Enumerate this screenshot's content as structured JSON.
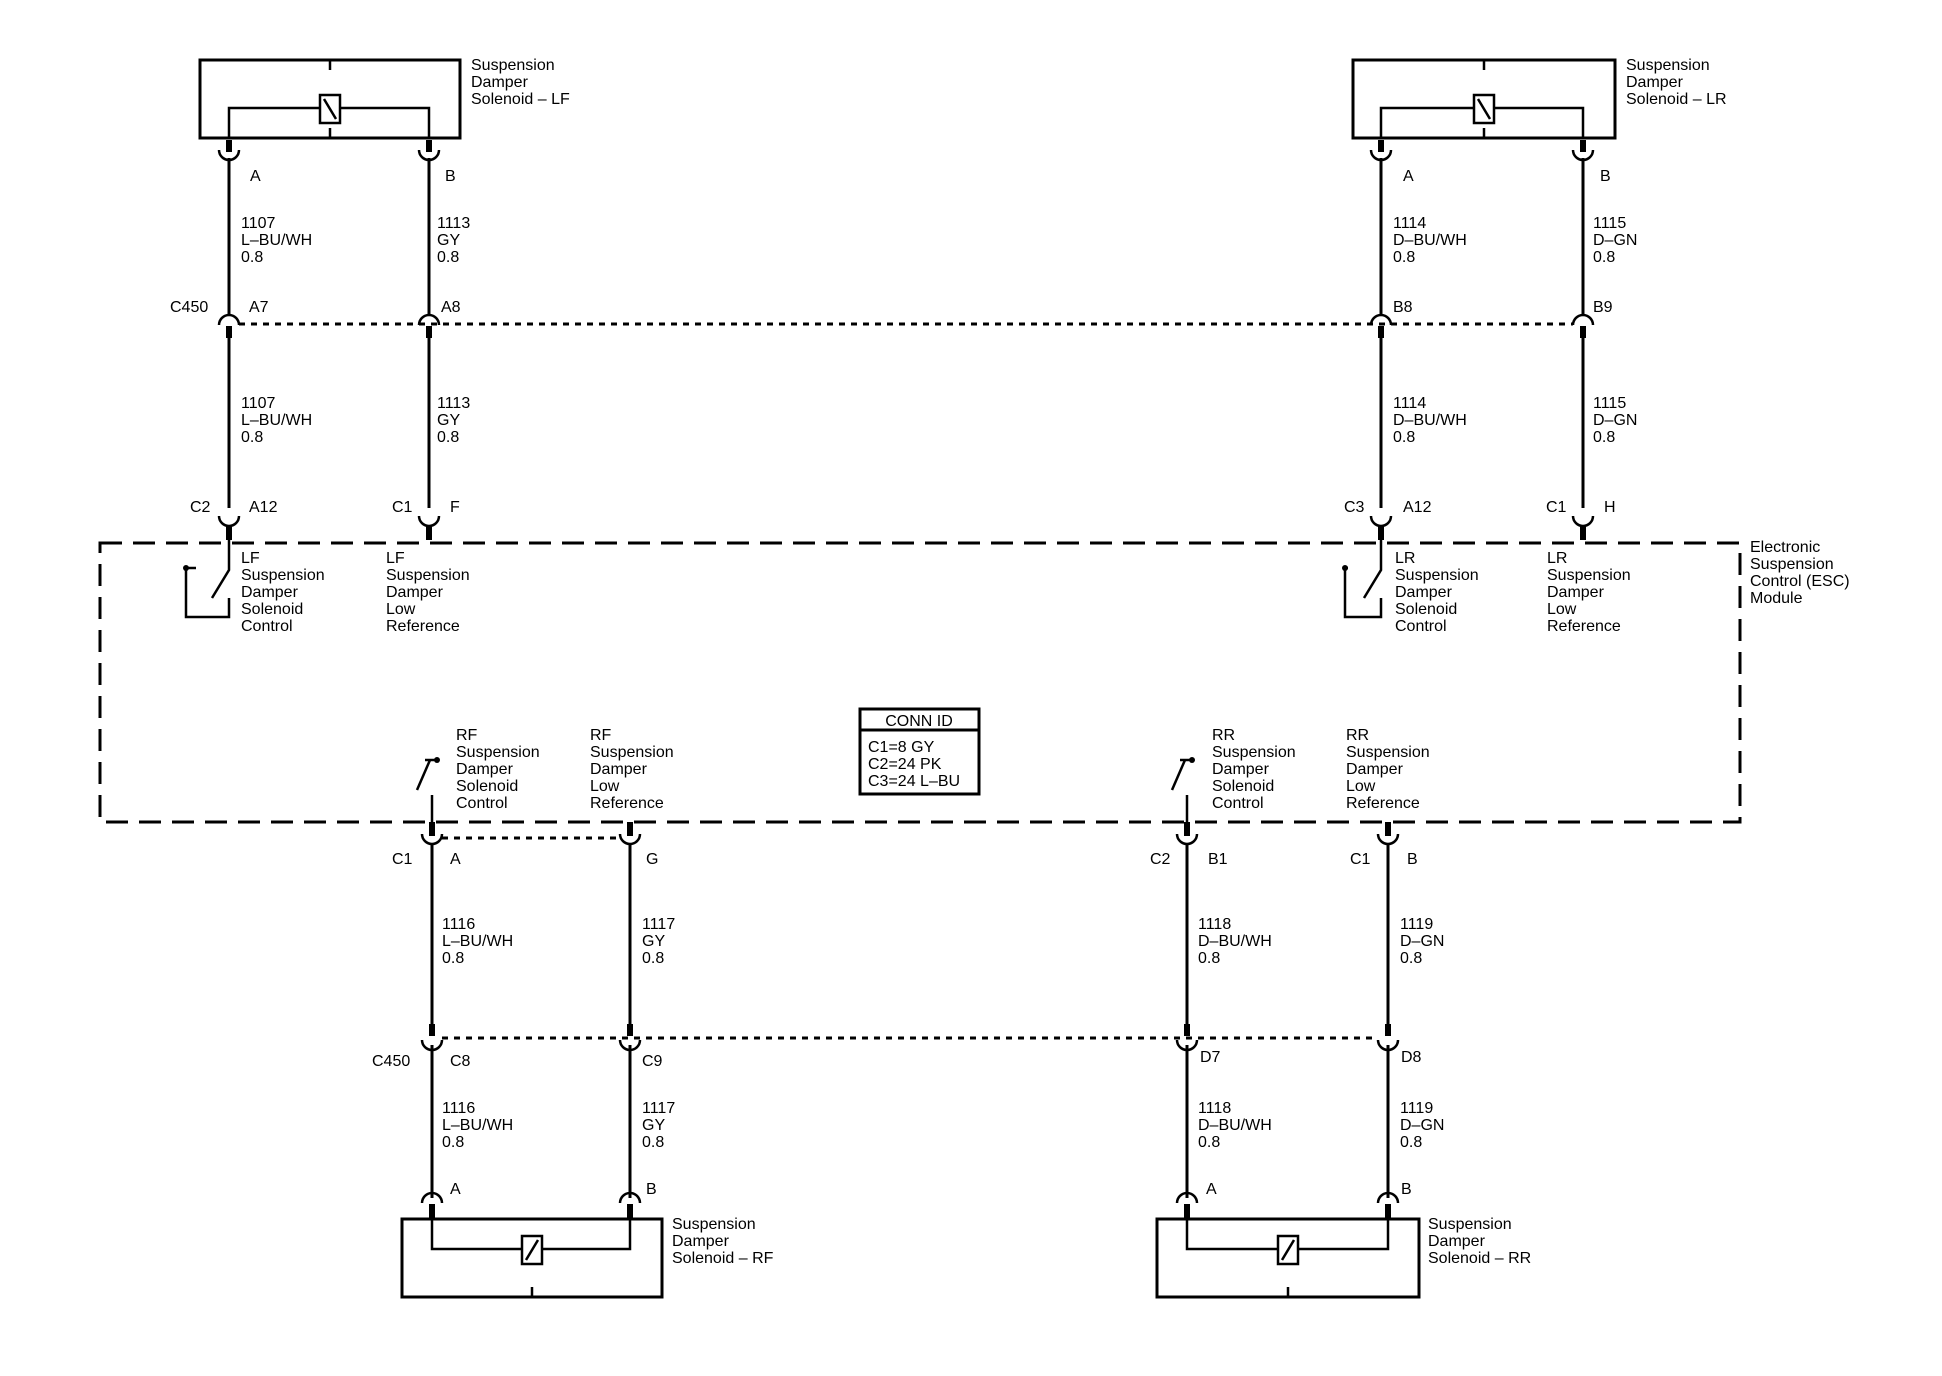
{
  "solenoids": {
    "lf": {
      "label": [
        "Suspension",
        "Damper",
        "Solenoid – LF"
      ],
      "pin_a": "A",
      "pin_b": "B"
    },
    "lr": {
      "label": [
        "Suspension",
        "Damper",
        "Solenoid – LR"
      ],
      "pin_a": "A",
      "pin_b": "B"
    },
    "rf": {
      "label": [
        "Suspension",
        "Damper",
        "Solenoid – RF"
      ],
      "pin_a": "A",
      "pin_b": "B"
    },
    "rr": {
      "label": [
        "Suspension",
        "Damper",
        "Solenoid – RR"
      ],
      "pin_a": "A",
      "pin_b": "B"
    }
  },
  "wires": {
    "w1107": [
      "1107",
      "L–BU/WH",
      "0.8"
    ],
    "w1113": [
      "1113",
      "GY",
      "0.8"
    ],
    "w1114": [
      "1114",
      "D–BU/WH",
      "0.8"
    ],
    "w1115": [
      "1115",
      "D–GN",
      "0.8"
    ],
    "w1116": [
      "1116",
      "L–BU/WH",
      "0.8"
    ],
    "w1117": [
      "1117",
      "GY",
      "0.8"
    ],
    "w1118": [
      "1118",
      "D–BU/WH",
      "0.8"
    ],
    "w1119": [
      "1119",
      "D–GN",
      "0.8"
    ]
  },
  "connector_c450": {
    "name": "C450",
    "pins_top": [
      "A7",
      "A8",
      "B8",
      "B9"
    ],
    "pins_bottom": [
      "C8",
      "C9",
      "D7",
      "D8"
    ]
  },
  "module_pins": {
    "lf_control": {
      "conn": "C2",
      "pin": "A12"
    },
    "lf_low": {
      "conn": "C1",
      "pin": "F"
    },
    "lr_control": {
      "conn": "C3",
      "pin": "A12"
    },
    "lr_low": {
      "conn": "C1",
      "pin": "H"
    },
    "rf_control": {
      "conn": "C1",
      "pin": "A"
    },
    "rf_low": {
      "pin": "G"
    },
    "rr_control": {
      "conn": "C2",
      "pin": "B1"
    },
    "rr_low": {
      "conn": "C1",
      "pin": "B"
    }
  },
  "module": {
    "label": [
      "Electronic",
      "Suspension",
      "Control (ESC)",
      "Module"
    ],
    "lf_control": [
      "LF",
      "Suspension",
      "Damper",
      "Solenoid",
      "Control"
    ],
    "lf_low": [
      "LF",
      "Suspension",
      "Damper",
      "Low",
      "Reference"
    ],
    "lr_control": [
      "LR",
      "Suspension",
      "Damper",
      "Solenoid",
      "Control"
    ],
    "lr_low": [
      "LR",
      "Suspension",
      "Damper",
      "Low",
      "Reference"
    ],
    "rf_control": [
      "RF",
      "Suspension",
      "Damper",
      "Solenoid",
      "Control"
    ],
    "rf_low": [
      "RF",
      "Suspension",
      "Damper",
      "Low",
      "Reference"
    ],
    "rr_control": [
      "RR",
      "Suspension",
      "Damper",
      "Solenoid",
      "Control"
    ],
    "rr_low": [
      "RR",
      "Suspension",
      "Damper",
      "Low",
      "Reference"
    ]
  },
  "conn_id": {
    "title": "CONN ID",
    "lines": [
      "C1=8 GY",
      "C2=24 PK",
      "C3=24 L–BU"
    ]
  }
}
